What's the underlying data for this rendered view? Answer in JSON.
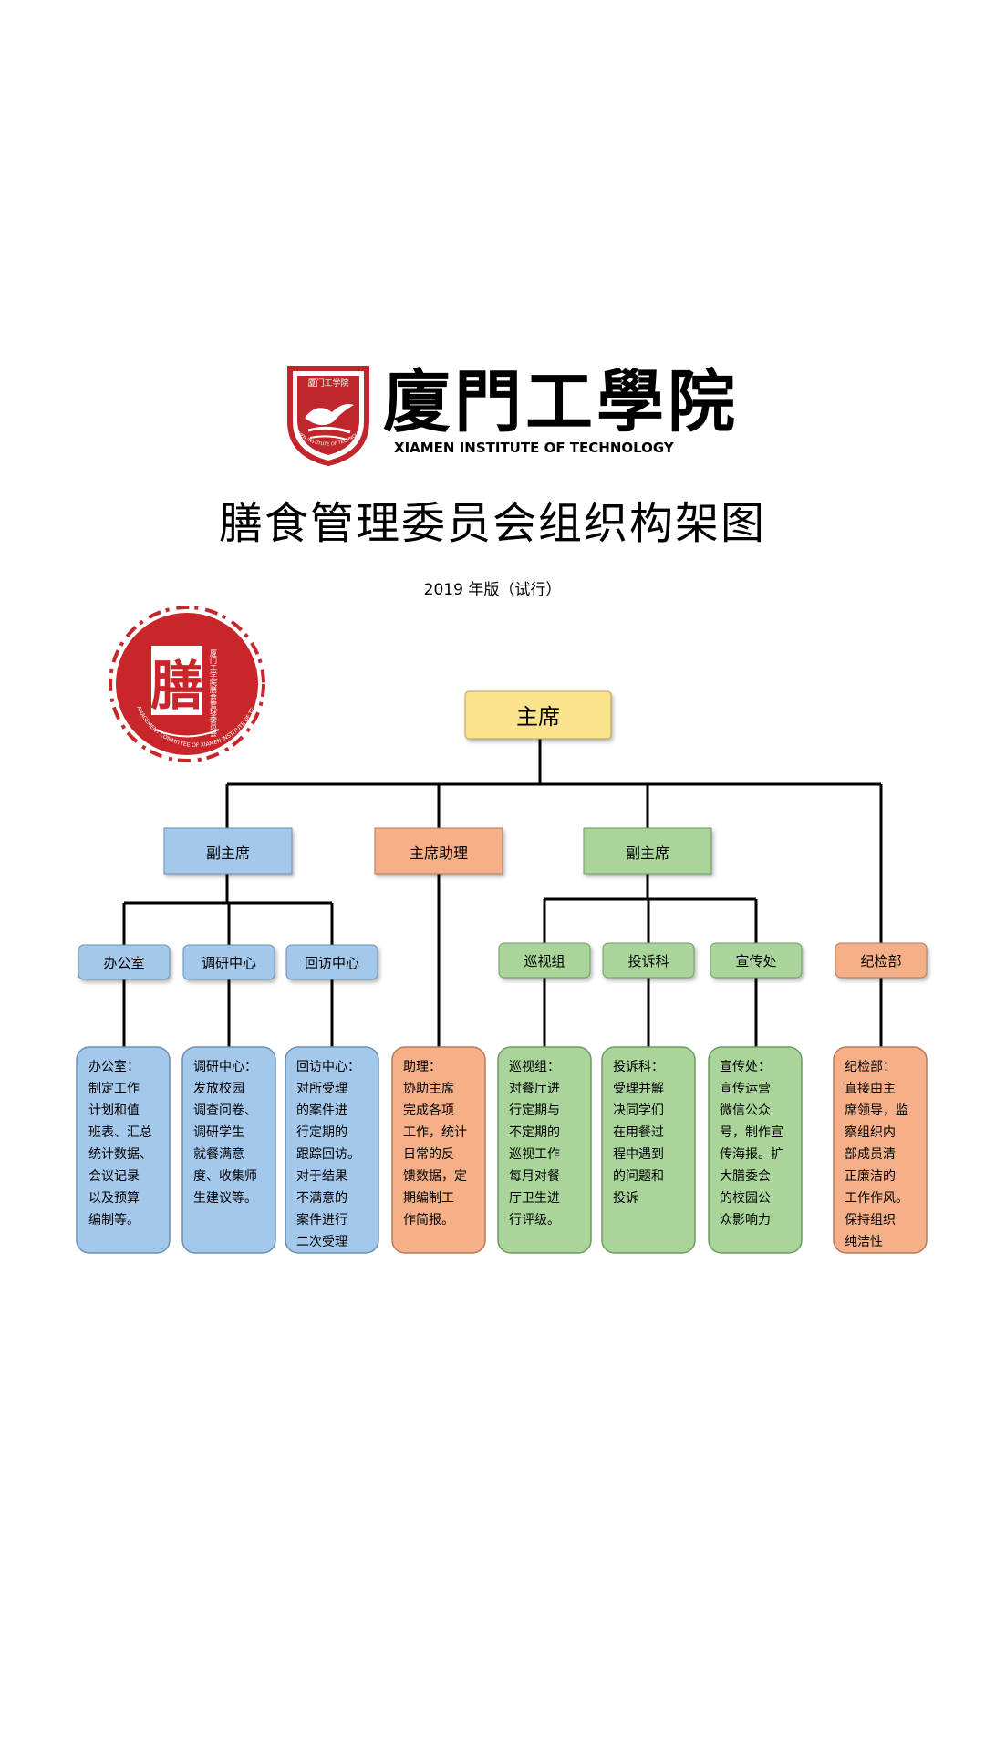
{
  "header": {
    "school_name_cn": "廈門工學院",
    "school_name_en": "XIAMEN INSTITUTE OF TECHNOLOGY",
    "crest_text_top": "厦门工学院",
    "crest_text_bottom": "XIAMEN INSTITUTE OF TECHNOLOGY"
  },
  "title": "膳食管理委员会组织构架图",
  "subtitle": "2019 年版（试行）",
  "seal": {
    "char": "膳",
    "side_text": "厦门工学院膳食管理委员会",
    "ring_text": "DIETARY MANAGEMENT COMMITTEE OF XIAMEN INSTITUTE OF TECHNOLOGY"
  },
  "colors": {
    "chair": "#fbe38e",
    "blue": "#a4c8ec",
    "green": "#a9d59b",
    "orange": "#f6b089",
    "line": "#000000",
    "seal_red": "#c8262b",
    "crest_red": "#c0272d"
  },
  "nodes": {
    "chair": {
      "label": "主席"
    },
    "vice_left": {
      "label": "副主席"
    },
    "assistant": {
      "label": "主席助理"
    },
    "vice_right": {
      "label": "副主席"
    },
    "office": {
      "label": "办公室"
    },
    "research": {
      "label": "调研中心"
    },
    "revisit": {
      "label": "回访中心"
    },
    "patrol": {
      "label": "巡视组"
    },
    "complaint": {
      "label": "投诉科"
    },
    "publicity": {
      "label": "宣传处"
    },
    "discipline": {
      "label": "纪检部"
    }
  },
  "descriptions": {
    "office": [
      "办公室：",
      "制定工作",
      "计划和值",
      "班表、汇总",
      "统计数据、",
      "会议记录",
      "以及预算",
      "编制等。"
    ],
    "research": [
      "调研中心：",
      "发放校园",
      "调查问卷、",
      "调研学生",
      "就餐满意",
      "度、收集师",
      "生建议等。"
    ],
    "revisit": [
      "回访中心：",
      "对所受理",
      "的案件进",
      "行定期的",
      "跟踪回访。",
      "对于结果",
      "不满意的",
      "案件进行",
      "二次受理"
    ],
    "assistant": [
      "助理：",
      "协助主席",
      "完成各项",
      "工作，统计",
      "日常的反",
      "馈数据，定",
      "期编制工",
      "作简报。"
    ],
    "patrol": [
      "巡视组：",
      "对餐厅进",
      "行定期与",
      "不定期的",
      "巡视工作",
      "每月对餐",
      "厅卫生进",
      "行评级。"
    ],
    "complaint": [
      "投诉科：",
      "受理并解",
      "决同学们",
      "在用餐过",
      "程中遇到",
      "的问题和",
      "投诉"
    ],
    "publicity": [
      "宣传处：",
      "宣传运营",
      "微信公众",
      "号，制作宣",
      "传海报。扩",
      "大膳委会",
      "的校园公",
      "众影响力"
    ],
    "discipline": [
      "纪检部：",
      "直接由主",
      "席领导，监",
      "察组织内",
      "部成员清",
      "正廉洁的",
      "工作作风。",
      "保持组织",
      "纯洁性"
    ]
  }
}
